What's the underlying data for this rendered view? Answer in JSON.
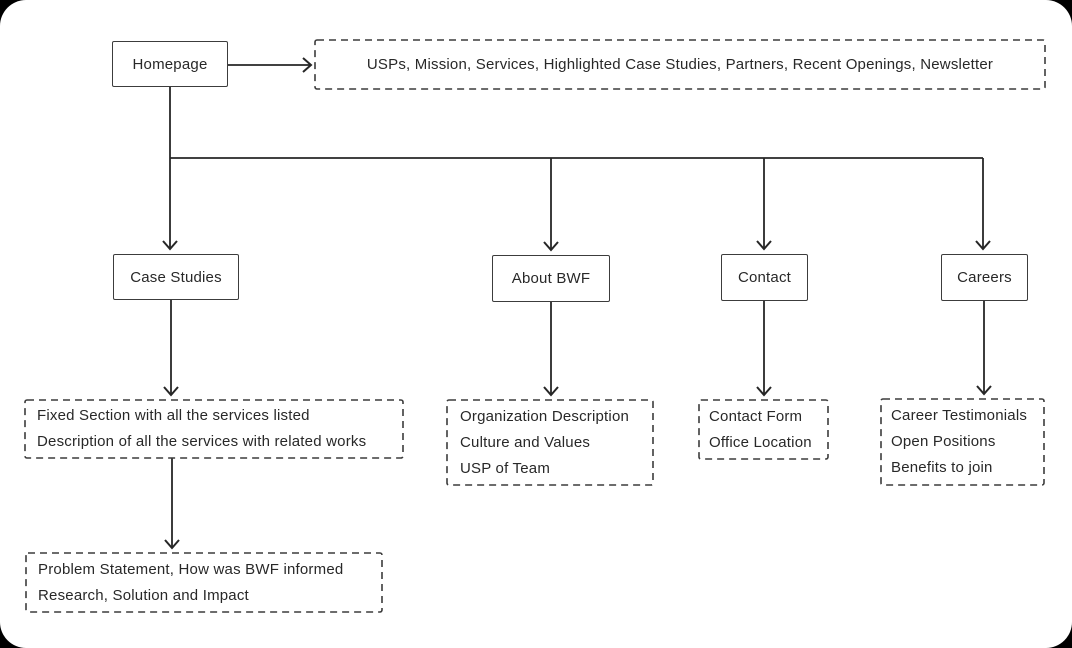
{
  "colors": {
    "canvas_background": "#ffffff",
    "page_background": "#000000",
    "line": "#262626",
    "box_border": "#3c3c3c",
    "text": "#282828"
  },
  "tree": {
    "root": {
      "label": "Homepage",
      "sections": "USPs, Mission, Services, Highlighted Case Studies, Partners, Recent Openings, Newsletter"
    },
    "children": [
      {
        "label": "Case Studies",
        "details": [
          "Fixed Section with all the services listed",
          "Description of all the services with related works"
        ],
        "subdetails": [
          "Problem Statement, How was BWF informed",
          "Research, Solution and Impact"
        ]
      },
      {
        "label": "About BWF",
        "details": [
          "Organization Description",
          "Culture and Values",
          "USP of Team"
        ]
      },
      {
        "label": "Contact",
        "details": [
          "Contact Form",
          "Office Location"
        ]
      },
      {
        "label": "Careers",
        "details": [
          "Career Testimonials",
          "Open Positions",
          "Benefits to join"
        ]
      }
    ]
  }
}
